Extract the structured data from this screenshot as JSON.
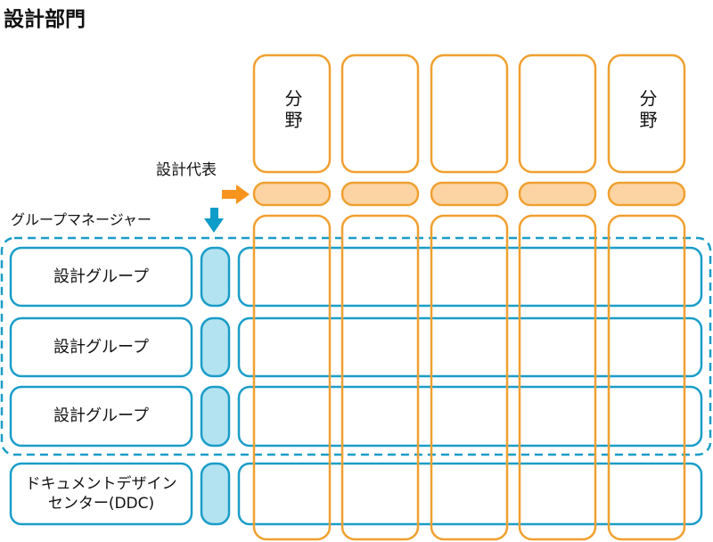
{
  "title": "設計部門",
  "field_label": "分野",
  "design_rep_label": "設計代表",
  "group_manager_label": "グループマネージャー",
  "groups": [
    "設計グループ",
    "設計グループ",
    "設計グループ",
    "ドキュメントデザイン\nセンター(DDC)"
  ],
  "colors": {
    "orange": "#f0a030",
    "orange_fill": "#fcd4a4",
    "blue": "#1a9dc8",
    "blue_fill": "#b3e3f0",
    "orange_arrow": "#f7941d",
    "blue_arrow": "#0e9cc8"
  }
}
